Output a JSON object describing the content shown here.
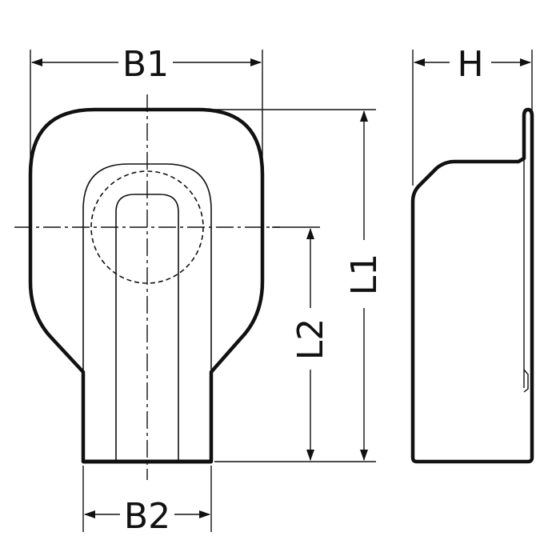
{
  "labels": {
    "b1": "B1",
    "b2": "B2",
    "h": "H",
    "l1": "L1",
    "l2": "L2"
  },
  "colors": {
    "outline": "#111111",
    "background": "#ffffff"
  }
}
